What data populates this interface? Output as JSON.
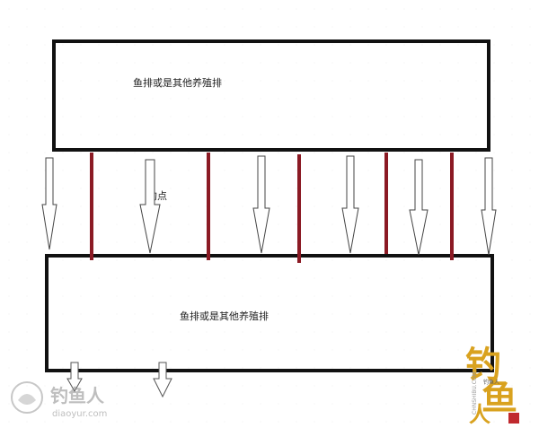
{
  "diagram": {
    "top_box_label": "鱼排或是其他养殖排",
    "bottom_box_label": "鱼排或是其他养殖排",
    "point_label": "钓点",
    "colors": {
      "outline": "#111111",
      "divider": "#8b1a24",
      "arrow_stroke": "#444444",
      "arrow_fill": "#ffffff"
    }
  },
  "watermark_left": {
    "brand": "钓鱼人",
    "url": "diaoyur.com"
  },
  "watermark_right": {
    "brand": "钓鱼人",
    "url": "CHNSHIBU.COM"
  }
}
